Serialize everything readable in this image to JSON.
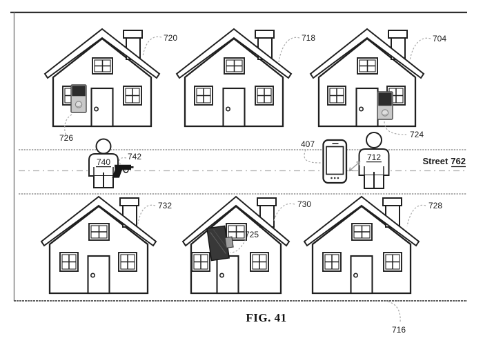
{
  "figure": {
    "title": "FIG. 41",
    "boundary_label": "716",
    "street": {
      "name": "Street",
      "ref": "762"
    }
  },
  "houses": [
    {
      "ref": "720",
      "position": "top-left",
      "device": {
        "ref": "726",
        "type": "video-doorbell-mounted"
      }
    },
    {
      "ref": "718",
      "position": "top-center"
    },
    {
      "ref": "704",
      "position": "top-right",
      "device": {
        "ref": "724",
        "type": "video-doorbell-mounted"
      }
    },
    {
      "ref": "732",
      "position": "bottom-left"
    },
    {
      "ref": "730",
      "position": "bottom-center",
      "device": {
        "ref": "725",
        "type": "doorbell-device-detached"
      }
    },
    {
      "ref": "728",
      "position": "bottom-right"
    }
  ],
  "people": [
    {
      "ref": "740",
      "holding": {
        "ref": "742",
        "type": "handgun"
      }
    },
    {
      "ref": "712"
    }
  ],
  "devices": {
    "smartphone": {
      "ref": "407"
    }
  },
  "colors": {
    "line": "#1f1f1f",
    "leader": "#a9a9a9",
    "street_line": "#8f8f8f",
    "device_dark": "#2b2b2b",
    "device_light": "#c9c9c9"
  }
}
